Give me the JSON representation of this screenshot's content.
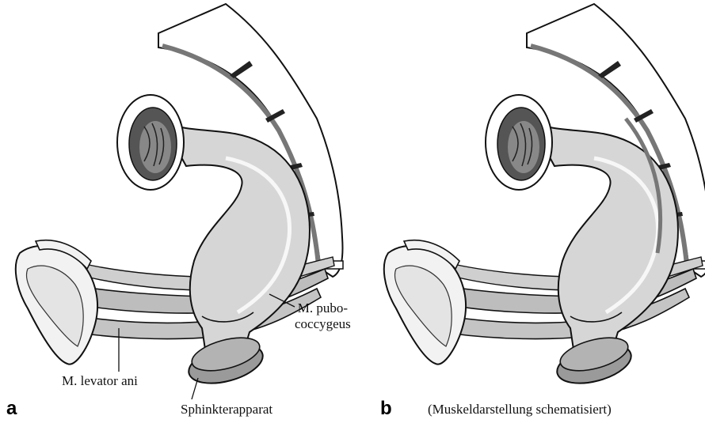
{
  "panels": [
    {
      "letter": "a"
    },
    {
      "letter": "b"
    }
  ],
  "labels": {
    "pubo_line1": "M. pubo-",
    "pubo_line2": "coccygeus",
    "levator": "M. levator ani",
    "sphincter": "Sphinkterapparat",
    "caption_b": "(Muskeldarstellung schematisiert)"
  },
  "colors": {
    "rectum_fill": "#d6d6d6",
    "muscle_fill": "#bdbdbd",
    "sphincter_fill": "#9a9a9a",
    "outline": "#111111",
    "bone_fill": "#f2f2f2"
  }
}
